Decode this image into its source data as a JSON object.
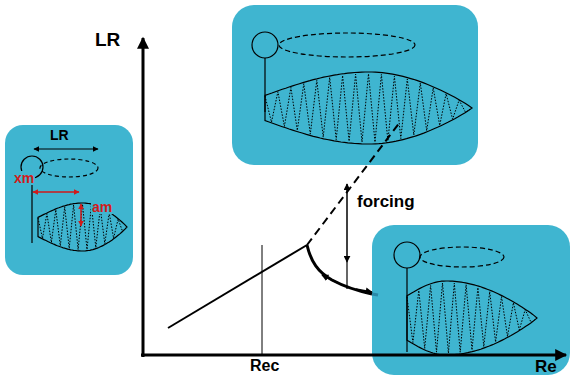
{
  "diagram": {
    "nodes": [
      {
        "text": [
          "LR",
          "xm",
          "am"
        ]
      }
    ],
    "labels": [
      "LR",
      "forcing",
      "Rec",
      "Re"
    ]
  }
}
